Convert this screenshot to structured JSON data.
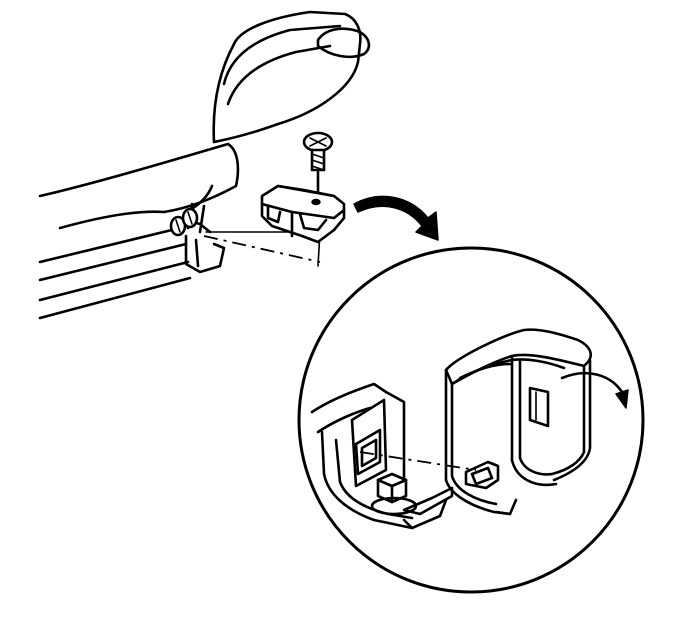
{
  "figure": {
    "kind": "line-art exploded view",
    "colors": {
      "line": "#000000",
      "background": "#ffffff"
    },
    "parts": [
      "seat-cushion",
      "seat-track-rails",
      "track-cover-clip",
      "screw",
      "retaining-bolt"
    ],
    "callouts": [
      "removal-arrow",
      "magnifier-detail-circle",
      "rotation-arrow"
    ]
  }
}
